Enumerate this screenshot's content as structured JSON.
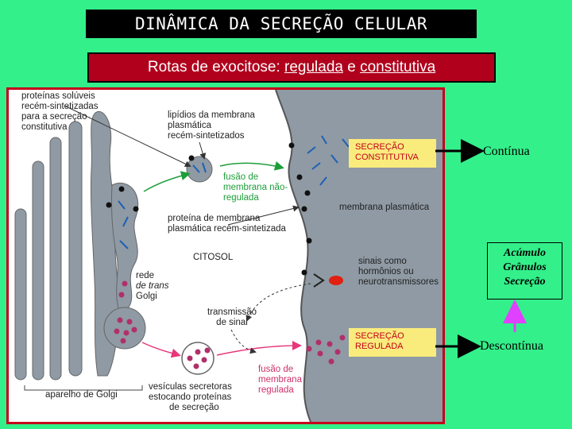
{
  "slide": {
    "title": "DINÂMICA DA SECREÇÃO CELULAR",
    "subtitle_prefix": "Rotas de exocitose: ",
    "subtitle_regulada": "regulada",
    "subtitle_mid": " e ",
    "subtitle_constitutiva": "constitutiva"
  },
  "figure": {
    "proteinas_soluveis": [
      "proteínas solúveis",
      "recém-sintetizadas",
      "para a secreção",
      "constitutiva"
    ],
    "lipidios": [
      "lipídios da membrana",
      "plasmática",
      "recém-sintetizados"
    ],
    "fusao_nao_regulada": [
      "fusão de",
      "membrana não-",
      "regulada"
    ],
    "proteina_membrana": [
      "proteína de membrana",
      "plasmática recém-sintetizada"
    ],
    "membrana_plasmatica": "membrana plasmática",
    "citosol": "CITOSOL",
    "rede_trans": [
      "rede",
      "de trans",
      "Golgi"
    ],
    "sinais": [
      "sinais como",
      "hormônios ou",
      "neurotransmissores"
    ],
    "transmissao": [
      "transmissão",
      "de sinal"
    ],
    "vesiculas": [
      "vesículas secretoras",
      "estocando proteínas",
      "de secreção"
    ],
    "fusao_regulada": [
      "fusão de",
      "membrana",
      "regulada"
    ],
    "aparelho_golgi": "aparelho de Golgi",
    "secrecao_constitutiva": [
      "SECREÇÃO",
      "CONSTITUTIVA"
    ],
    "secrecao_regulada": [
      "SECREÇÃO",
      "REGULADA"
    ]
  },
  "side": {
    "continua": "Contínua",
    "descontinua": "Descontínua",
    "acumulo": [
      "Acúmulo",
      "Grânulos",
      "Secreção"
    ]
  },
  "colors": {
    "background": "#33f08a",
    "subtitle_bg": "#b0001c",
    "cell_gray": "#8f9aa4",
    "box_yellow": "#f9ec7d",
    "granule": "#b0306a",
    "arrow_magenta": "#e6387a",
    "arrow_purple": "#e040ff"
  }
}
